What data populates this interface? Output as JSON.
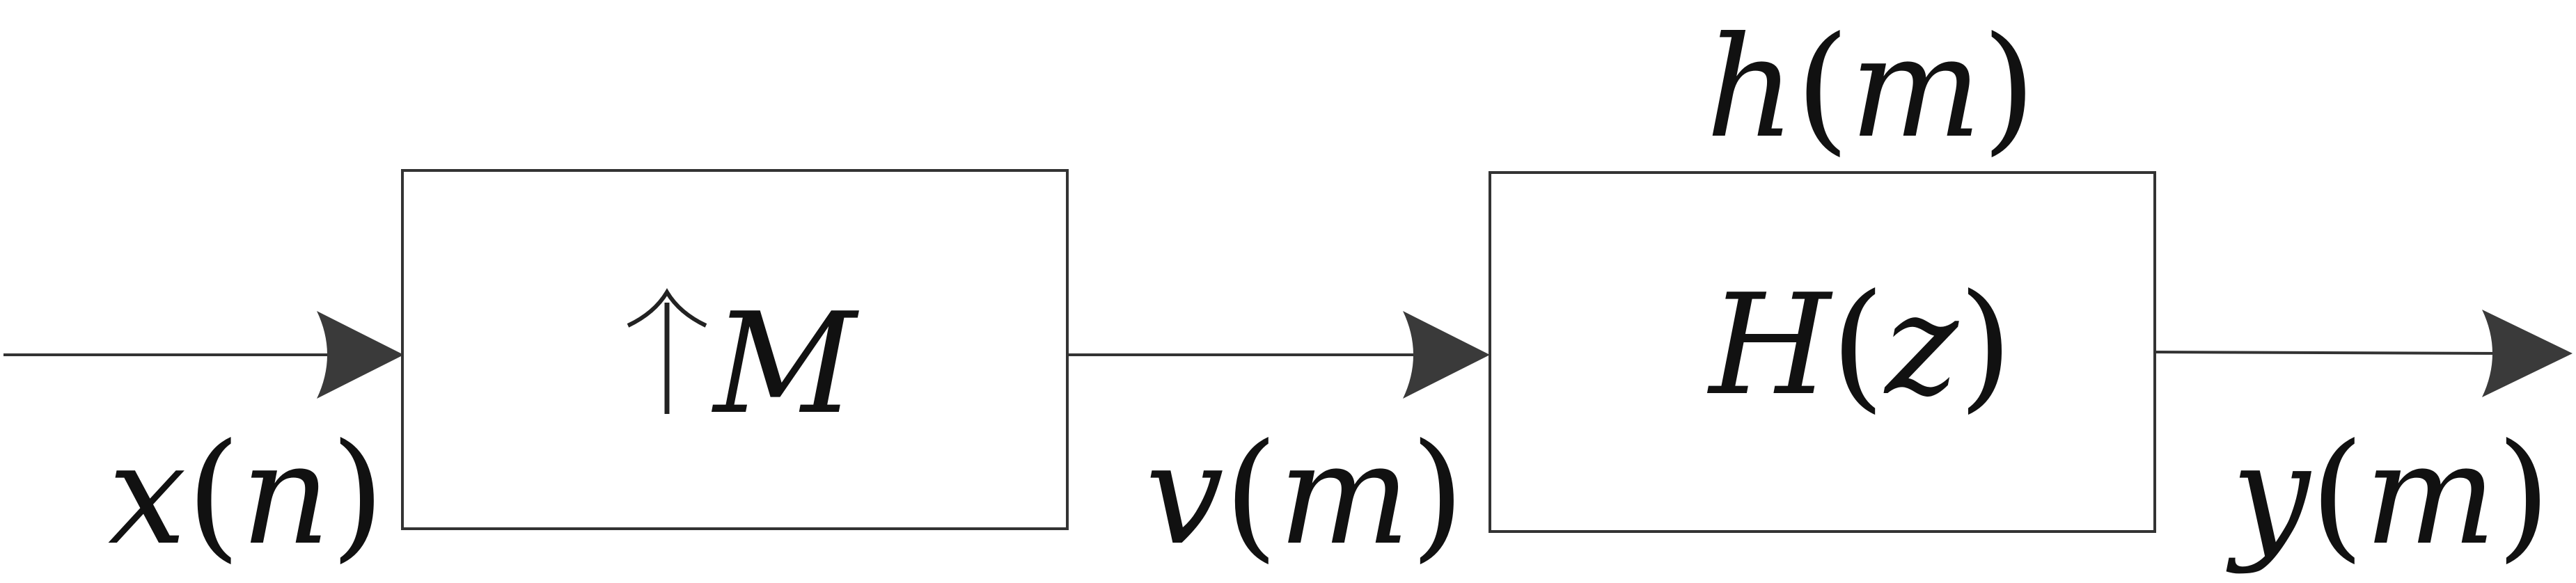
{
  "diagram": {
    "blocks": [
      {
        "id": "upsampler",
        "symbol": "↑",
        "factor": "M"
      },
      {
        "id": "filter",
        "label_main": "H",
        "label_paren_open": "(",
        "label_var": "z",
        "label_paren_close": ")",
        "impulse_h": "h",
        "impulse_open": "(",
        "impulse_var": "m",
        "impulse_close": ")"
      }
    ],
    "signals": {
      "input": {
        "name": "x",
        "open": "(",
        "var": "n",
        "close": ")"
      },
      "intermediate": {
        "name": "v",
        "open": "(",
        "var": "m",
        "close": ")"
      },
      "output": {
        "name": "y",
        "open": "(",
        "var": "m",
        "close": ")"
      }
    },
    "colors": {
      "line": "#333333",
      "arrow": "#3a3a3a",
      "box": "#333333",
      "text": "#111111"
    }
  }
}
